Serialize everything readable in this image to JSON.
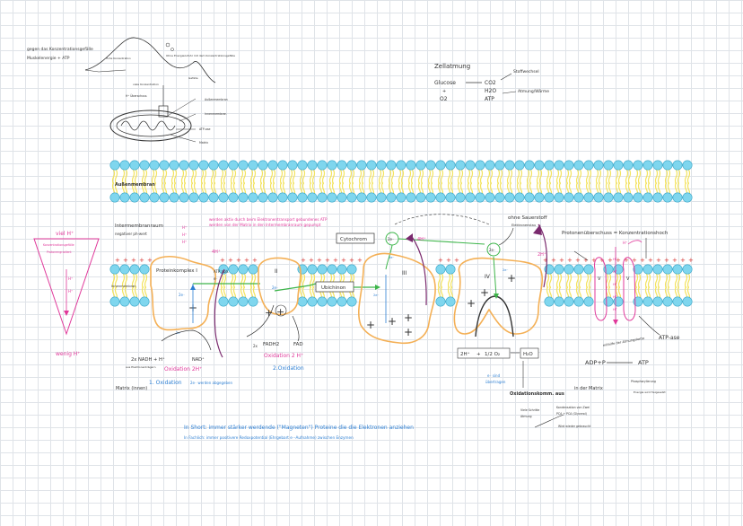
{
  "colors": {
    "head": "#7fd6ee",
    "head_stroke": "#3aa7c9",
    "tail": "#f3e35f",
    "pink": "#e0389a",
    "green": "#3db54a",
    "blue": "#2d7fd3",
    "orange": "#f4b056",
    "purple": "#7a2a6e",
    "ink": "#333333",
    "red": "#d7332f"
  },
  "top_left": {
    "line1": "gegen das Konzentrationsgefälle",
    "line2": "Muskelenergie + ATP",
    "curve_note": "Ohne Energiezufuhr mit dem Konzentrationsgefälle",
    "small_label": "Hohe Konzentration",
    "bottom_small": "Gefälle"
  },
  "mito": {
    "top": "viele Konzentration",
    "hplus": "H⁺ Überschuss",
    "outer": "Außenmembran",
    "inner": "Innenmembran",
    "atpase": "ATP-ase",
    "matrix": "Matrix"
  },
  "zellatmung": {
    "title": "Zellatmung",
    "glucose": "Glucose",
    "o2": "O2",
    "co2": "CO2",
    "h2o": "H2O",
    "atp": "ATP",
    "stoffwechsel": "Stoffwechsel",
    "atmung": "Atmung/Wärme",
    "plus": "+"
  },
  "membrane": {
    "outer_label": "Außenmembran",
    "inner_label": "Innenmembran",
    "intermembrane": "Intermembranraum",
    "negativ": "negativer ph-wert",
    "hplus_marks": [
      "H⁺",
      "H⁺",
      "H⁺"
    ],
    "note": "werden aktiv durch beim Elektronentransport gebundenes ATP werden von der Matrix in den Intermembranraum gepumpt",
    "matrix": "Matrix (innen)"
  },
  "triangle": {
    "viel": "viel H⁺",
    "konz1": "Konzentrationsgefälle",
    "konz2": "Protonengradient",
    "h1": "H⁺",
    "h2": "H⁺",
    "wenig": "wenig H⁺"
  },
  "complex1": {
    "label": "Proteinkomplex I",
    "atp_dep": "ATP abh.",
    "e_minus": "e⁻",
    "h4": "4H⁺",
    "two_e": "2e⁻",
    "nadh": "2x NADH + H⁺",
    "nadh_sub": "aus Elektronenträgern",
    "nad": "NAD⁺",
    "oxidation": "Oxidation 2H⁺",
    "ox1": "1. Oxidation",
    "ox1b": "2e⁻ werden abgegeben"
  },
  "complex2": {
    "roman": "II",
    "two_e": "2e⁻",
    "fadh": "FADH2",
    "fad": "FAD",
    "prefix": "2x",
    "oxidation": "Oxidation 2 H⁺",
    "ox2": "2.Oxidation"
  },
  "ubichinon": {
    "label": "Ubichinon"
  },
  "cytochrom": {
    "label": "Cytochrom",
    "e": "2e⁻",
    "e2": "2e⁻"
  },
  "complex3": {
    "roman": "III",
    "h4": "4H⁺",
    "two_e": "2e⁻"
  },
  "complex4": {
    "roman": "IV",
    "ohne": "ohne Sauerstoff",
    "ohne_sub": "Elektronenstau",
    "e": "2e⁻",
    "h2": "2H⁺",
    "two_e": "2e⁻",
    "reaction_a": "2H⁺",
    "reaction_plus": "+",
    "reaction_b": "1/2 O₂",
    "water": "H₂O",
    "e_sind": "e⁻ sind",
    "e_sind2": "übertragen",
    "oxidationskomm": "Oxidationskomm. aus",
    "viele": "Viele Schritte",
    "viele2": "Atmung",
    "reaktion": "Kondensation von Zwei",
    "reaktion2": "PCA + PCA (Glycerol)",
    "rechts": "Wird wieder gebraucht"
  },
  "atpase_section": {
    "title": "Protonenüberschuss = Konzentrationshoch",
    "v": "V",
    "v2": "V",
    "hplus": "H⁺",
    "atpase": "ATP-ase",
    "mithilfe": "mithilfe der Atmungskette",
    "adp": "ADP+P",
    "atp": "ATP",
    "in_matrix": "in der Matrix",
    "phos": "Phosphorylierung",
    "energie": "Energie wird freigesetzt"
  },
  "bottom": {
    "line1": "In Short: immer stärker werdende (\"Magneten\") Proteine die die Elektronen anziehen",
    "line2": "In Fachlich: immer positivere Redoxpotential (Ehrgebart e⁻-Aufnahme) zwischen Enzymen"
  }
}
